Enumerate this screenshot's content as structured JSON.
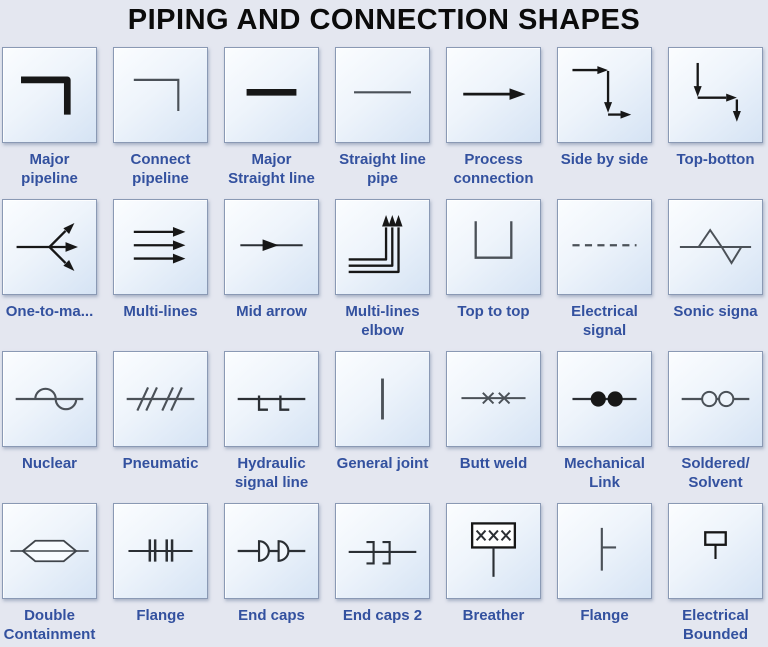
{
  "title": "PIPING AND CONNECTION SHAPES",
  "colors": {
    "page_background": "#E4E7F0",
    "tile_gradient_top": "#FBFDFF",
    "tile_gradient_bottom": "#D5E3F4",
    "tile_border": "#8A99B4",
    "label_text": "#33519F",
    "title_text": "#0B0B0B",
    "symbol_thin": "#4B5158",
    "symbol_thick": "#171717"
  },
  "grid": {
    "columns": 7,
    "rows": 4
  },
  "cells": [
    {
      "id": "major-pipeline",
      "label": "Major pipeline",
      "lines": [
        "Major",
        "pipeline"
      ],
      "icon": "major-pipeline"
    },
    {
      "id": "connect-pipeline",
      "label": "Connect pipeline",
      "lines": [
        "Connect",
        "pipeline"
      ],
      "icon": "connect-pipeline"
    },
    {
      "id": "major-straight-line",
      "label": "Major Straight line",
      "lines": [
        "Major",
        "Straight line"
      ],
      "icon": "major-straight-line"
    },
    {
      "id": "straight-line-pipe",
      "label": "Straight line pipe",
      "lines": [
        "Straight line",
        "pipe"
      ],
      "icon": "straight-line-pipe"
    },
    {
      "id": "process-connection",
      "label": "Process connection",
      "lines": [
        "Process",
        "connection"
      ],
      "icon": "process-connection"
    },
    {
      "id": "side-by-side",
      "label": "Side by side",
      "lines": [
        "Side by side"
      ],
      "icon": "side-by-side"
    },
    {
      "id": "top-bottom",
      "label": "Top-botton",
      "lines": [
        "Top-botton"
      ],
      "icon": "top-bottom"
    },
    {
      "id": "one-to-many",
      "label": "One-to-ma...",
      "lines": [
        "One-to-ma..."
      ],
      "icon": "one-to-many"
    },
    {
      "id": "multi-lines",
      "label": "Multi-lines",
      "lines": [
        "Multi-lines"
      ],
      "icon": "multi-lines"
    },
    {
      "id": "mid-arrow",
      "label": "Mid arrow",
      "lines": [
        "Mid arrow"
      ],
      "icon": "mid-arrow"
    },
    {
      "id": "multi-lines-elbow",
      "label": "Multi-lines elbow",
      "lines": [
        "Multi-lines",
        "elbow"
      ],
      "icon": "multi-lines-elbow"
    },
    {
      "id": "top-to-top",
      "label": "Top to top",
      "lines": [
        "Top to top"
      ],
      "icon": "top-to-top"
    },
    {
      "id": "electrical-signal",
      "label": "Electrical signal",
      "lines": [
        "Electrical",
        "signal"
      ],
      "icon": "electrical-signal"
    },
    {
      "id": "sonic-signal",
      "label": "Sonic signa",
      "lines": [
        "Sonic signa"
      ],
      "icon": "sonic-signal"
    },
    {
      "id": "nuclear",
      "label": "Nuclear",
      "lines": [
        "Nuclear"
      ],
      "icon": "nuclear"
    },
    {
      "id": "pneumatic",
      "label": "Pneumatic",
      "lines": [
        "Pneumatic"
      ],
      "icon": "pneumatic"
    },
    {
      "id": "hydraulic-signal-line",
      "label": "Hydraulic signal line",
      "lines": [
        "Hydraulic",
        "signal line"
      ],
      "icon": "hydraulic-signal-line"
    },
    {
      "id": "general-joint",
      "label": "General joint",
      "lines": [
        "General joint"
      ],
      "icon": "general-joint"
    },
    {
      "id": "butt-weld",
      "label": "Butt weld",
      "lines": [
        "Butt weld"
      ],
      "icon": "butt-weld"
    },
    {
      "id": "mechanical-link",
      "label": "Mechanical Link",
      "lines": [
        "Mechanical",
        "Link"
      ],
      "icon": "mechanical-link"
    },
    {
      "id": "soldered-solvent",
      "label": "Soldered/ Solvent",
      "lines": [
        "Soldered/",
        "Solvent"
      ],
      "icon": "soldered-solvent"
    },
    {
      "id": "double-containment",
      "label": "Double Containment",
      "lines": [
        "Double",
        "Containment"
      ],
      "icon": "double-containment"
    },
    {
      "id": "flange",
      "label": "Flange",
      "lines": [
        "Flange"
      ],
      "icon": "flange-pair"
    },
    {
      "id": "end-caps",
      "label": "End caps",
      "lines": [
        "End caps"
      ],
      "icon": "end-caps"
    },
    {
      "id": "end-caps-2",
      "label": "End caps 2",
      "lines": [
        "End caps 2"
      ],
      "icon": "end-caps-2"
    },
    {
      "id": "breather",
      "label": "Breather",
      "lines": [
        "Breather"
      ],
      "icon": "breather"
    },
    {
      "id": "flange-2",
      "label": "Flange",
      "lines": [
        "Flange"
      ],
      "icon": "flange-single"
    },
    {
      "id": "electrical-bounded",
      "label": "Electrical Bounded",
      "lines": [
        "Electrical",
        "Bounded"
      ],
      "icon": "electrical-bounded"
    }
  ]
}
